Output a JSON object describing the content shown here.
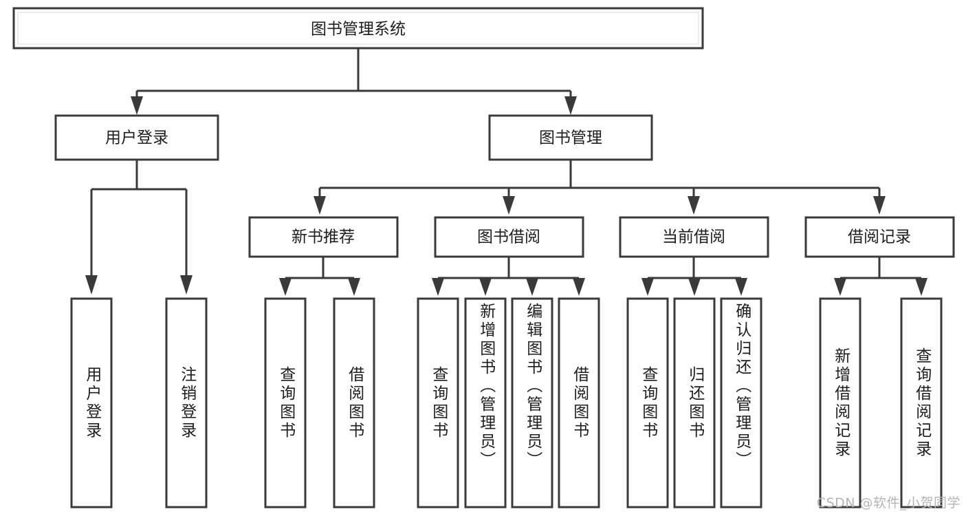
{
  "diagram": {
    "type": "tree-hierarchy",
    "title_node": {
      "label": "图书管理系统"
    },
    "level2": [
      {
        "label": "用户登录"
      },
      {
        "label": "图书管理"
      }
    ],
    "level3": [
      {
        "label": "新书推荐"
      },
      {
        "label": "图书借阅"
      },
      {
        "label": "当前借阅"
      },
      {
        "label": "借阅记录"
      }
    ],
    "leaves": {
      "user_login": [
        {
          "label": "用户登录"
        },
        {
          "label": "注销登录"
        }
      ],
      "new_book_recommend": [
        {
          "label": "查询图书"
        },
        {
          "label": "借阅图书"
        }
      ],
      "book_borrow": [
        {
          "label": "查询图书"
        },
        {
          "label": "新增图书（管理员）"
        },
        {
          "label": "编辑图书（管理员）"
        },
        {
          "label": "借阅图书"
        }
      ],
      "current_borrow": [
        {
          "label": "查询图书"
        },
        {
          "label": "归还图书"
        },
        {
          "label": "确认归还（管理员）"
        }
      ],
      "borrow_record": [
        {
          "label": "新增借阅记录"
        },
        {
          "label": "查询借阅记录"
        }
      ]
    }
  },
  "watermark": {
    "text": "CSDN @软件_小贺同学"
  },
  "colors": {
    "stroke": "#3a3a3a",
    "text": "#1d1d1d",
    "background": "#ffffff",
    "watermark": "#b4b4b4"
  }
}
